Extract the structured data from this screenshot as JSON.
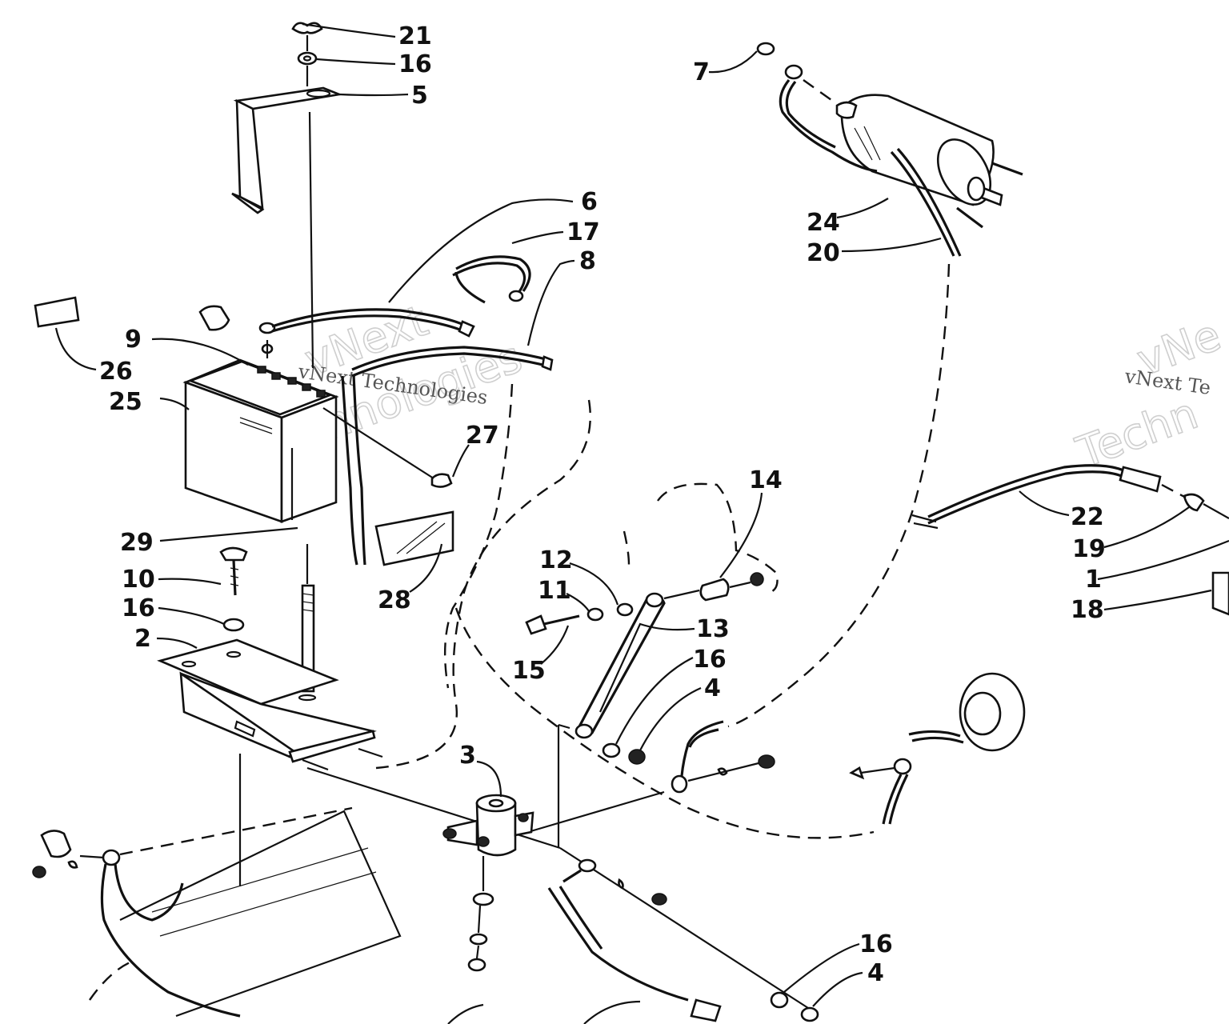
{
  "watermarks": {
    "main_line1": "vNext",
    "main_line2": "Technologies",
    "main_small": "vNext Technologies",
    "right_line1": "vNe",
    "right_line2": "Techn",
    "right_small": "vNext Te"
  },
  "callouts": [
    {
      "id": "c21",
      "text": "21"
    },
    {
      "id": "c16a",
      "text": "16"
    },
    {
      "id": "c5",
      "text": "5"
    },
    {
      "id": "c6",
      "text": "6"
    },
    {
      "id": "c17",
      "text": "17"
    },
    {
      "id": "c8",
      "text": "8"
    },
    {
      "id": "c9",
      "text": "9"
    },
    {
      "id": "c26",
      "text": "26"
    },
    {
      "id": "c25",
      "text": "25"
    },
    {
      "id": "c27",
      "text": "27"
    },
    {
      "id": "c29",
      "text": "29"
    },
    {
      "id": "c10",
      "text": "10"
    },
    {
      "id": "c16b",
      "text": "16"
    },
    {
      "id": "c2",
      "text": "2"
    },
    {
      "id": "c28",
      "text": "28"
    },
    {
      "id": "c7",
      "text": "7"
    },
    {
      "id": "c24",
      "text": "24"
    },
    {
      "id": "c20",
      "text": "20"
    },
    {
      "id": "c14",
      "text": "14"
    },
    {
      "id": "c12",
      "text": "12"
    },
    {
      "id": "c11",
      "text": "11"
    },
    {
      "id": "c15",
      "text": "15"
    },
    {
      "id": "c13",
      "text": "13"
    },
    {
      "id": "c16c",
      "text": "16"
    },
    {
      "id": "c4a",
      "text": "4"
    },
    {
      "id": "c3",
      "text": "3"
    },
    {
      "id": "c22",
      "text": "22"
    },
    {
      "id": "c19",
      "text": "19"
    },
    {
      "id": "c1",
      "text": "1"
    },
    {
      "id": "c18",
      "text": "18"
    },
    {
      "id": "c16d",
      "text": "16"
    },
    {
      "id": "c4b",
      "text": "4"
    }
  ]
}
